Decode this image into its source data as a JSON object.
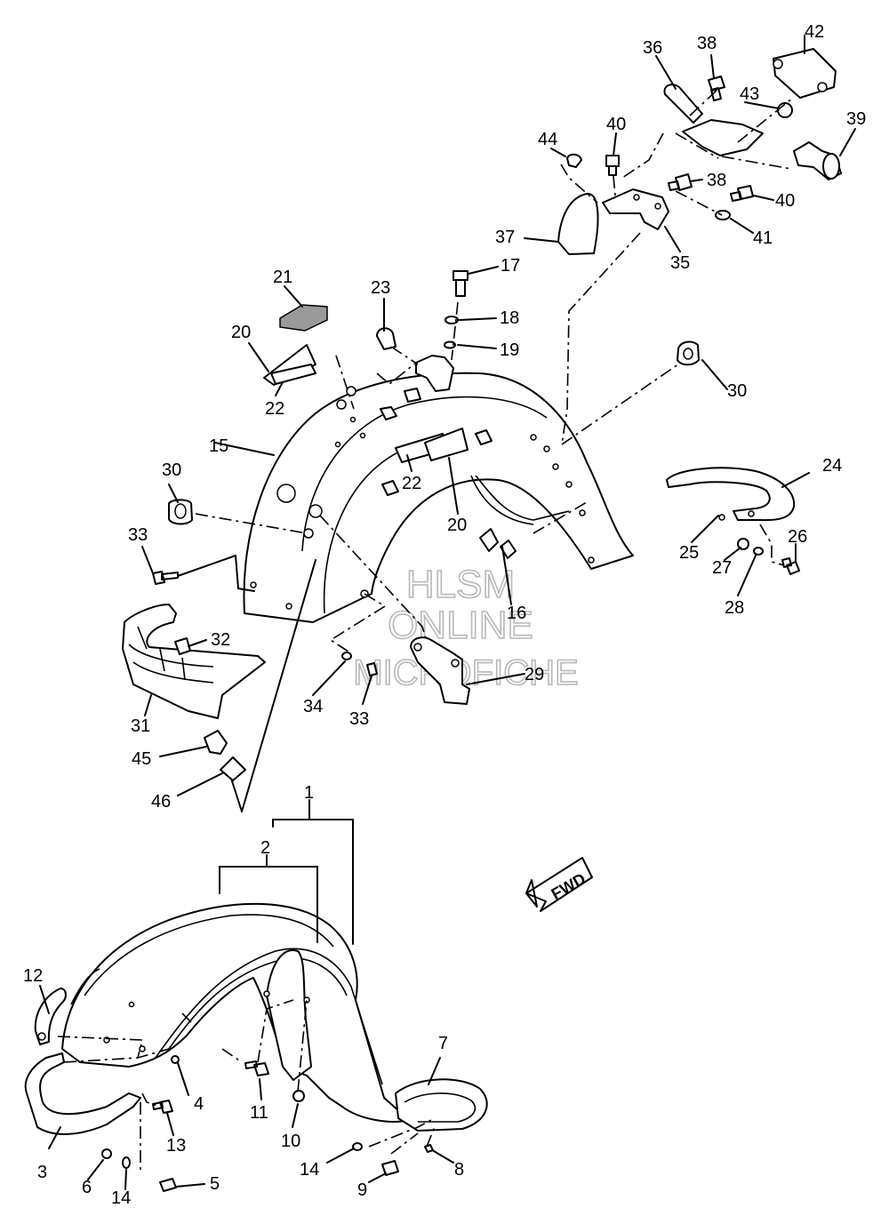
{
  "watermark": {
    "line1": "HLSM",
    "line2": "ONLINE",
    "line3": "MICROFICHE"
  },
  "direction_arrow": {
    "label": "FWD"
  },
  "callouts": [
    {
      "id": "c1",
      "text": "1"
    },
    {
      "id": "c2",
      "text": "2"
    },
    {
      "id": "c3",
      "text": "3"
    },
    {
      "id": "c4",
      "text": "4"
    },
    {
      "id": "c5",
      "text": "5"
    },
    {
      "id": "c6",
      "text": "6"
    },
    {
      "id": "c7",
      "text": "7"
    },
    {
      "id": "c8",
      "text": "8"
    },
    {
      "id": "c9",
      "text": "9"
    },
    {
      "id": "c10",
      "text": "10"
    },
    {
      "id": "c11",
      "text": "11"
    },
    {
      "id": "c12",
      "text": "12"
    },
    {
      "id": "c13",
      "text": "13"
    },
    {
      "id": "c14a",
      "text": "14"
    },
    {
      "id": "c14b",
      "text": "14"
    },
    {
      "id": "c15",
      "text": "15"
    },
    {
      "id": "c16",
      "text": "16"
    },
    {
      "id": "c17",
      "text": "17"
    },
    {
      "id": "c18",
      "text": "18"
    },
    {
      "id": "c19",
      "text": "19"
    },
    {
      "id": "c20a",
      "text": "20"
    },
    {
      "id": "c20b",
      "text": "20"
    },
    {
      "id": "c21",
      "text": "21"
    },
    {
      "id": "c22a",
      "text": "22"
    },
    {
      "id": "c22b",
      "text": "22"
    },
    {
      "id": "c23",
      "text": "23"
    },
    {
      "id": "c24",
      "text": "24"
    },
    {
      "id": "c25",
      "text": "25"
    },
    {
      "id": "c26",
      "text": "26"
    },
    {
      "id": "c27",
      "text": "27"
    },
    {
      "id": "c28",
      "text": "28"
    },
    {
      "id": "c29",
      "text": "29"
    },
    {
      "id": "c30a",
      "text": "30"
    },
    {
      "id": "c30b",
      "text": "30"
    },
    {
      "id": "c31",
      "text": "31"
    },
    {
      "id": "c32",
      "text": "32"
    },
    {
      "id": "c33a",
      "text": "33"
    },
    {
      "id": "c33b",
      "text": "33"
    },
    {
      "id": "c34",
      "text": "34"
    },
    {
      "id": "c35",
      "text": "35"
    },
    {
      "id": "c36",
      "text": "36"
    },
    {
      "id": "c37",
      "text": "37"
    },
    {
      "id": "c38a",
      "text": "38"
    },
    {
      "id": "c38b",
      "text": "38"
    },
    {
      "id": "c39",
      "text": "39"
    },
    {
      "id": "c40a",
      "text": "40"
    },
    {
      "id": "c40b",
      "text": "40"
    },
    {
      "id": "c41",
      "text": "41"
    },
    {
      "id": "c42",
      "text": "42"
    },
    {
      "id": "c43",
      "text": "43"
    },
    {
      "id": "c44",
      "text": "44"
    },
    {
      "id": "c45",
      "text": "45"
    },
    {
      "id": "c46",
      "text": "46"
    }
  ]
}
